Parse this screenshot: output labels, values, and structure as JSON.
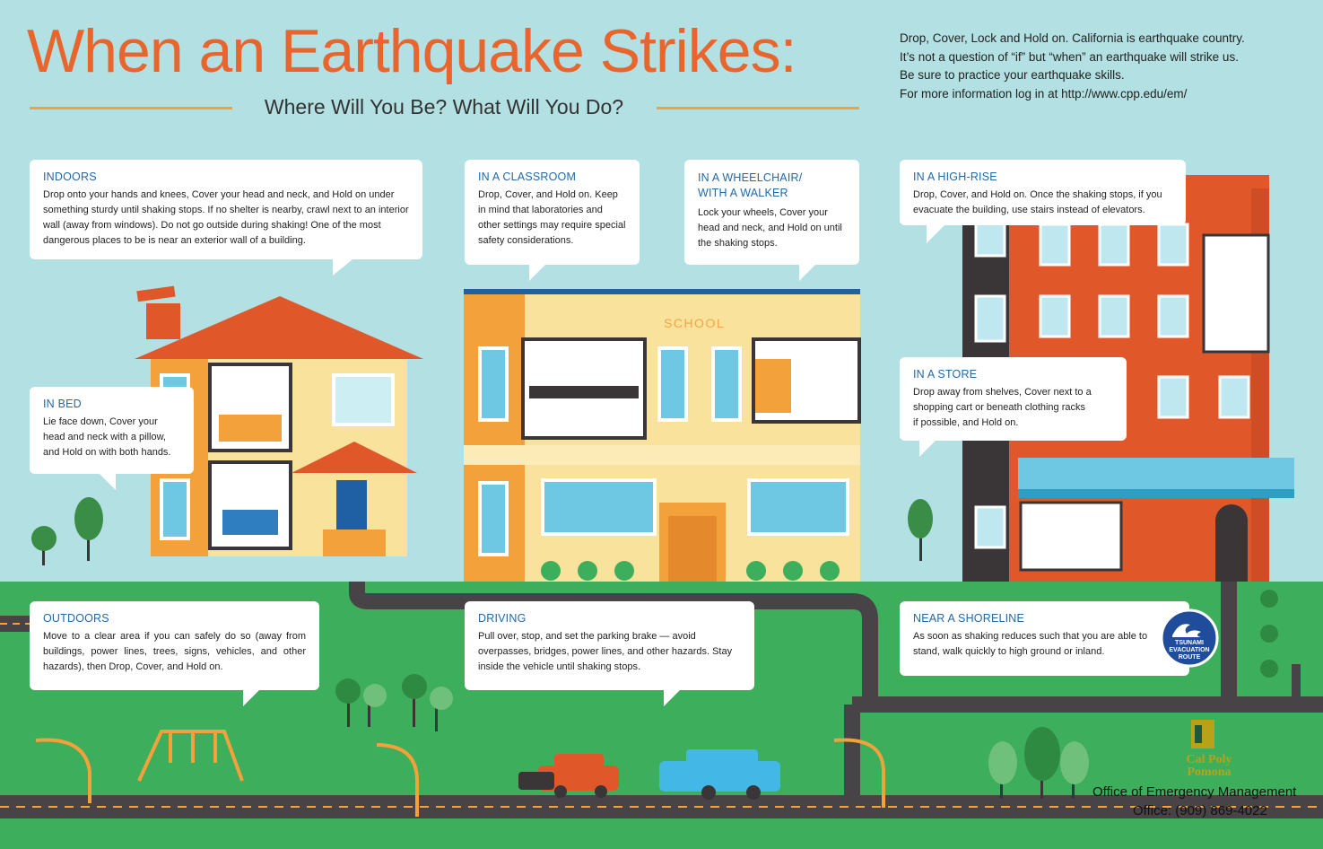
{
  "header": {
    "title": "When an Earthquake Strikes:",
    "subtitle": "Where Will You Be? What Will You Do?"
  },
  "intro": {
    "line1": "Drop, Cover, Lock and Hold on. California is earthquake country.",
    "line2": "It’s not a question of “if” but “when” an earthquake will strike us.",
    "line3": "Be sure to practice your earthquake skills.",
    "line4": "For more information log in at http://www.cpp.edu/em/"
  },
  "tips": {
    "indoors": {
      "heading": "INDOORS",
      "text": "Drop onto your hands and knees, Cover your head and neck, and Hold on under something sturdy until shaking stops. If no shelter is nearby, crawl next to an interior wall (away from windows). Do not go outside during shaking! One of the most dangerous places to be is near an exterior wall of a building."
    },
    "classroom": {
      "heading": "IN A CLASSROOM",
      "text": "Drop, Cover, and Hold on. Keep in mind that laboratories and other settings may require special safety considerations."
    },
    "wheelchair": {
      "heading": "IN A WHEELCHAIR/ WITH A WALKER",
      "text": "Lock your wheels, Cover your head and neck, and Hold on until the shaking stops."
    },
    "highrise": {
      "heading": "IN A HIGH-RISE",
      "text": "Drop, Cover, and Hold on. Once the shaking stops, if you evacuate the building, use stairs instead of elevators."
    },
    "bed": {
      "heading": "IN BED",
      "text": "Lie face down, Cover your head and neck with a pillow, and Hold on with both hands."
    },
    "store": {
      "heading": "IN A STORE",
      "text": "Drop away from shelves, Cover next to a shopping cart or beneath clothing racks if possible, and Hold on."
    },
    "outdoors": {
      "heading": "OUTDOORS",
      "text": "Move to a clear area if you can safely do so (away from buildings, power lines, trees, signs, vehicles, and other hazards), then Drop, Cover, and Hold on."
    },
    "driving": {
      "heading": "DRIVING",
      "text": "Pull over, stop, and set the parking brake — avoid overpasses, bridges, power lines, and other hazards. Stay inside the vehicle until shaking stops."
    },
    "shoreline": {
      "heading": "NEAR A SHORELINE",
      "text": "As soon as shaking reduces such that you are able to stand, walk quickly to high ground or inland."
    }
  },
  "labels": {
    "school": "SCHOOL",
    "tsunami": "TSUNAMI",
    "evacuation": "EVACUATION",
    "route": "ROUTE"
  },
  "footer": {
    "logo_line1": "Cal Poly",
    "logo_line2": "Pomona",
    "office": "Office of Emergency Management",
    "phone": "Office: (909) 869-4022"
  },
  "colors": {
    "sky": "#b3e0e2",
    "grass": "#3dae5b",
    "title_orange": "#e8662d",
    "heading_blue": "#2269a8",
    "road": "#474346",
    "house_orange": "#f3a13a",
    "highrise_red": "#e0582a"
  }
}
